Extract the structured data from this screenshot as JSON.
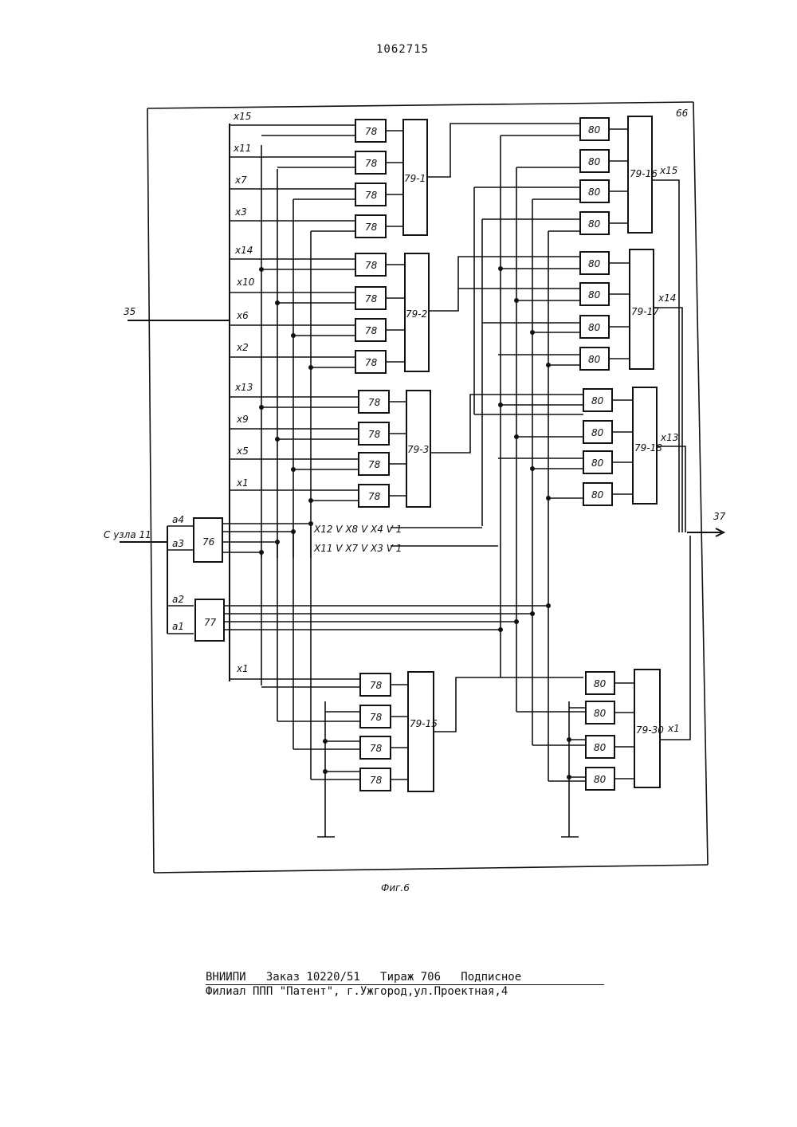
{
  "patent_number": "1062715",
  "figure_caption": "Фиг.6",
  "frame_label": "66",
  "input_label": "35",
  "output_label": "37",
  "source_label": "С узла 11",
  "address_labels": [
    "а4",
    "а3",
    "а2",
    "а1"
  ],
  "decoders": [
    "76",
    "77"
  ],
  "and_gate_label": "78",
  "or_gate_label": "80",
  "left_or_blocks": [
    "79-1",
    "79-2",
    "79-3",
    "79-15"
  ],
  "right_or_blocks": [
    "79-16",
    "79-17",
    "79-18",
    "79-30"
  ],
  "input_signals": [
    "x15",
    "x11",
    "x7",
    "x3",
    "x14",
    "x10",
    "x6",
    "x2",
    "x13",
    "x9",
    "x5",
    "x1"
  ],
  "bottom_input": "x1",
  "output_signals": [
    "x15",
    "x14",
    "x13",
    "x1"
  ],
  "expr_1": "X12 V X8 V X4 V 1",
  "expr_2": "X11 V X7 V X3 V 1",
  "footer": {
    "line1": "ВНИИПИ   Заказ 10220/51   Тираж 706   Подписное",
    "line2": "Филиал ППП \"Патент\", г.Ужгород,ул.Проектная,4"
  }
}
